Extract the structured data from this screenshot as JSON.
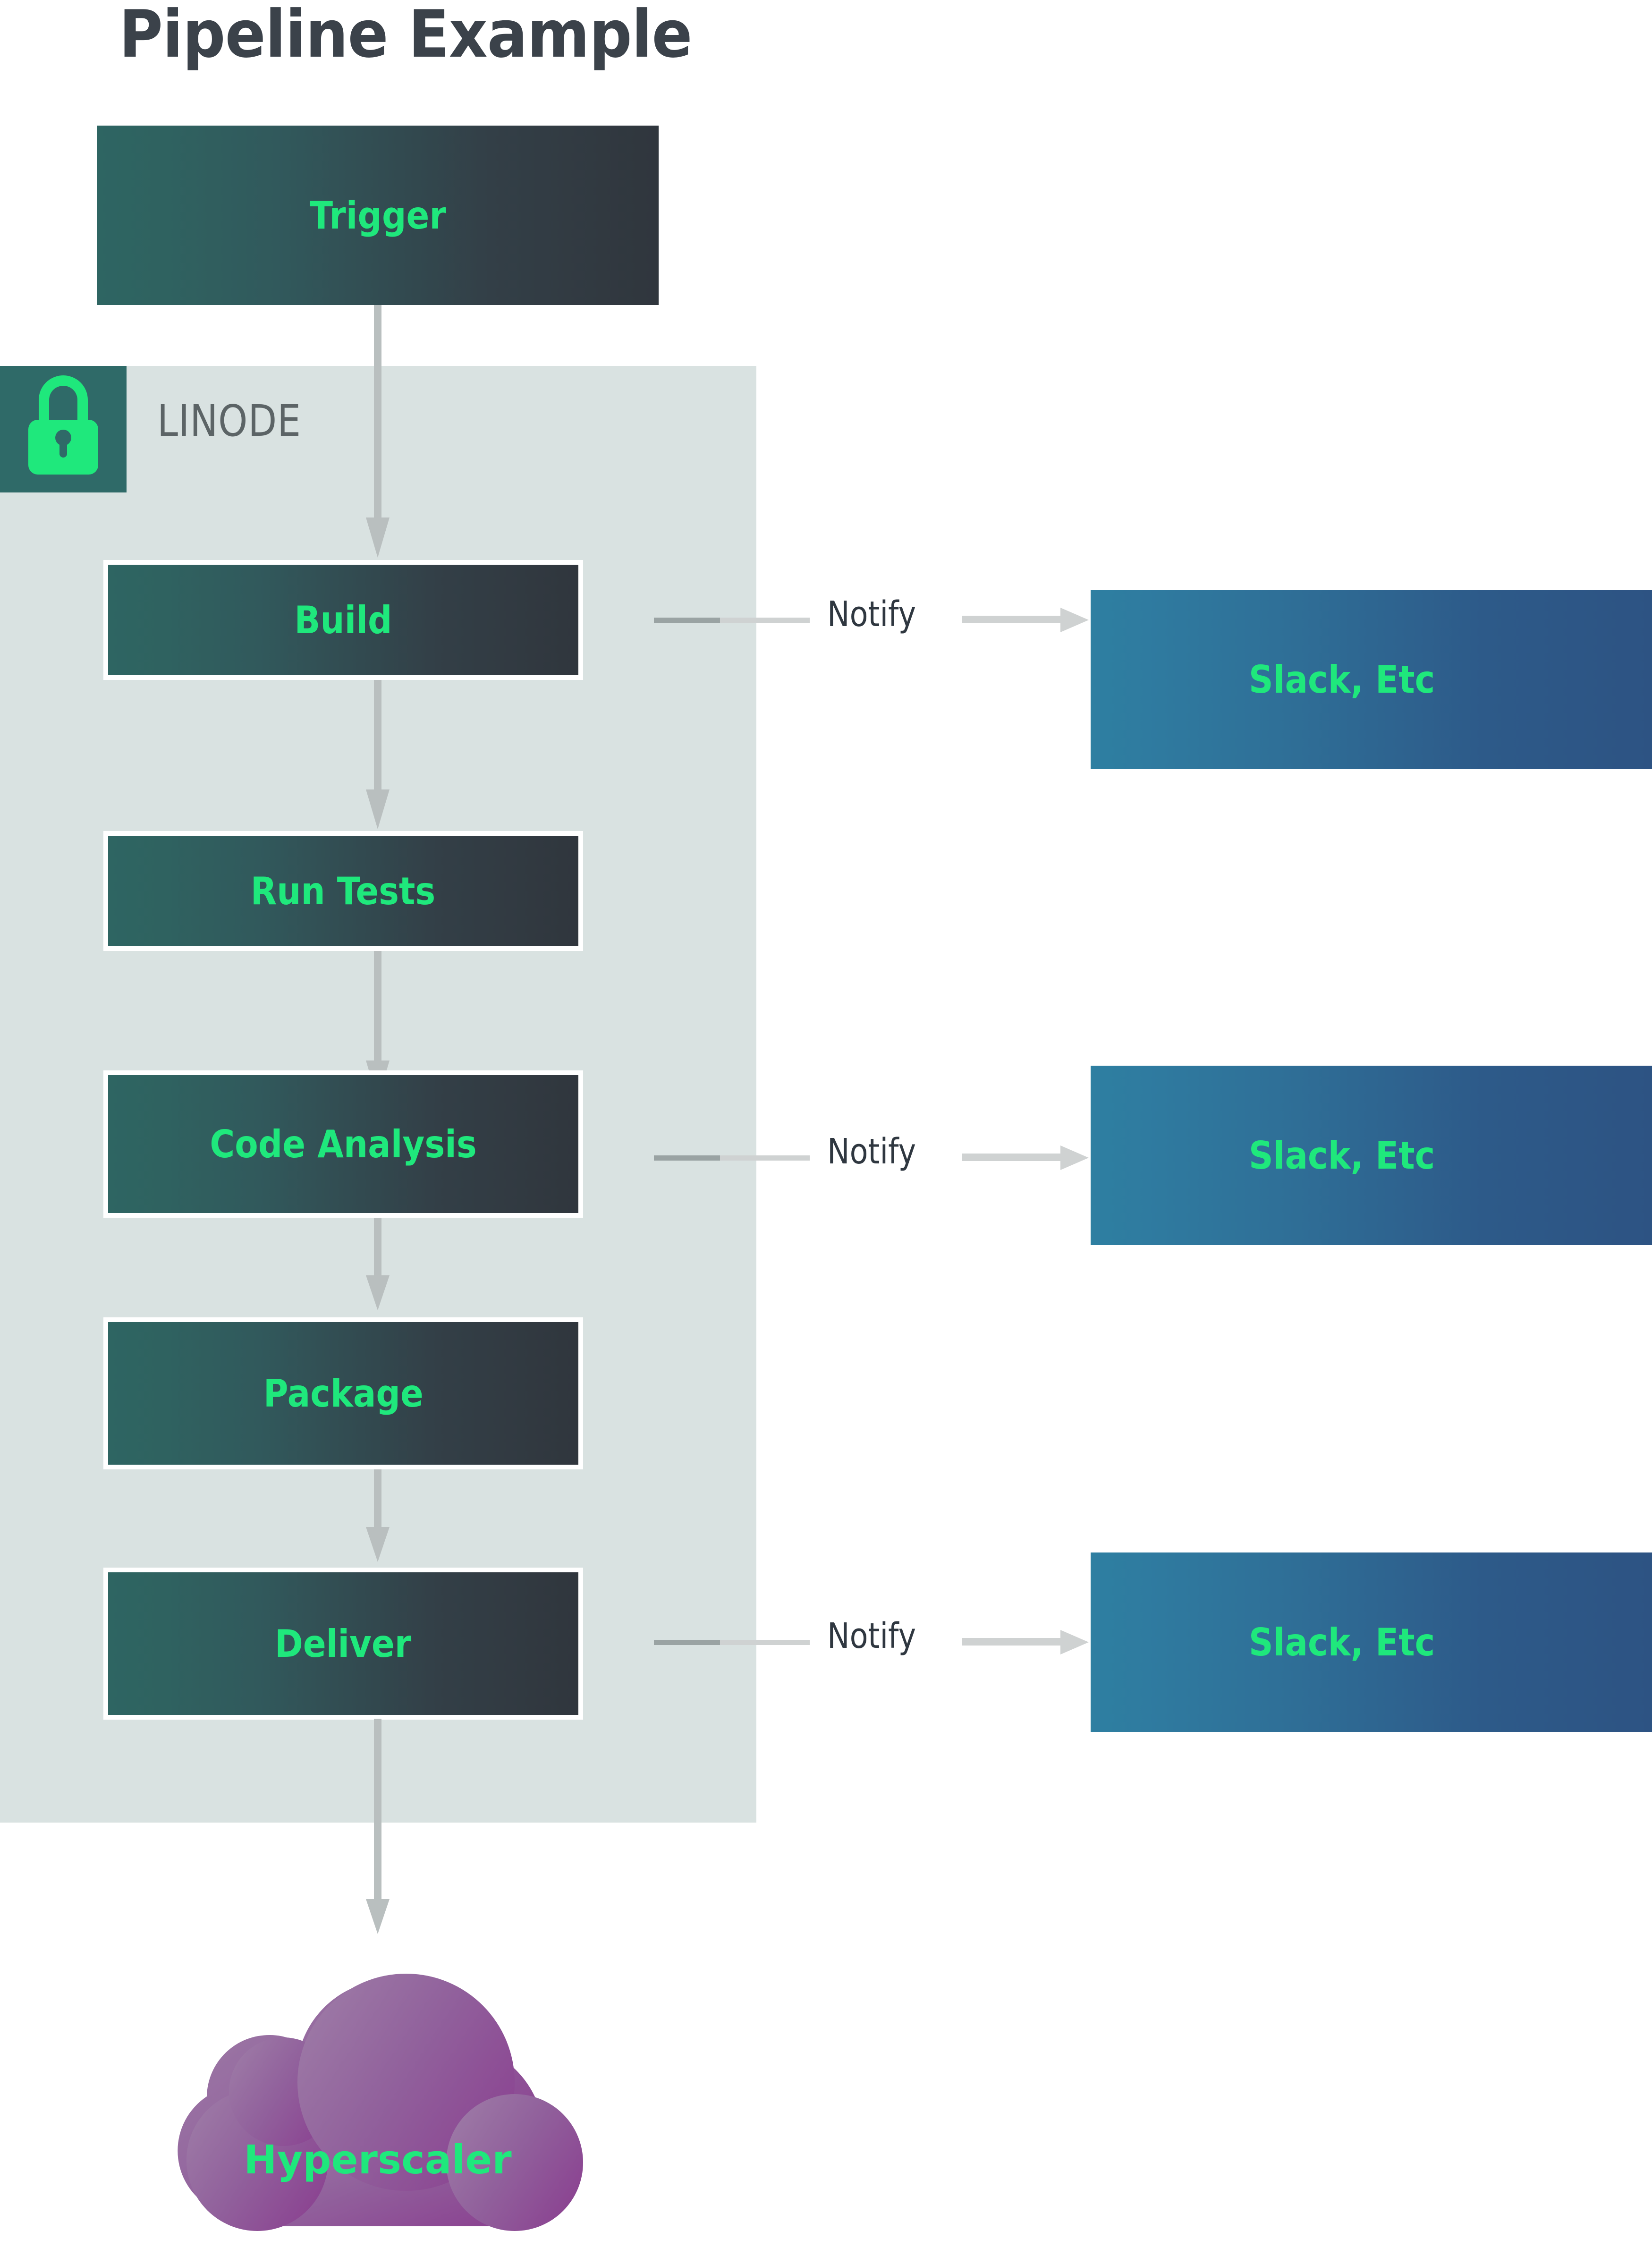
{
  "title": "Pipeline Example",
  "zone": {
    "name": "LINODE",
    "icon": "lock-icon",
    "panel_color": "#d9e2e1",
    "badge_color": "#2f6a68",
    "icon_color": "#1fe87c"
  },
  "colors": {
    "accent_green": "#1fe87c",
    "stage_gradient_from": "#2e6562",
    "stage_gradient_to": "#30363d",
    "notify_gradient_from": "#2e7fa1",
    "notify_gradient_to": "#2d5383",
    "cloud_gradient_from": "#9c74a3",
    "cloud_gradient_to": "#8c4091",
    "arrow_color": "#b9bfbf",
    "title_color": "#3b424a",
    "label_color": "#5c6466"
  },
  "trigger": {
    "label": "Trigger"
  },
  "stages": [
    {
      "label": "Build"
    },
    {
      "label": "Run Tests"
    },
    {
      "label": "Code Analysis"
    },
    {
      "label": "Package"
    },
    {
      "label": "Deliver"
    }
  ],
  "notifications": [
    {
      "edge_label": "Notify",
      "target_label": "Slack, Etc",
      "from_stage": "Build"
    },
    {
      "edge_label": "Notify",
      "target_label": "Slack, Etc",
      "from_stage": "Code Analysis"
    },
    {
      "edge_label": "Notify",
      "target_label": "Slack, Etc",
      "from_stage": "Deliver"
    }
  ],
  "cloud": {
    "label": "Hyperscaler"
  }
}
